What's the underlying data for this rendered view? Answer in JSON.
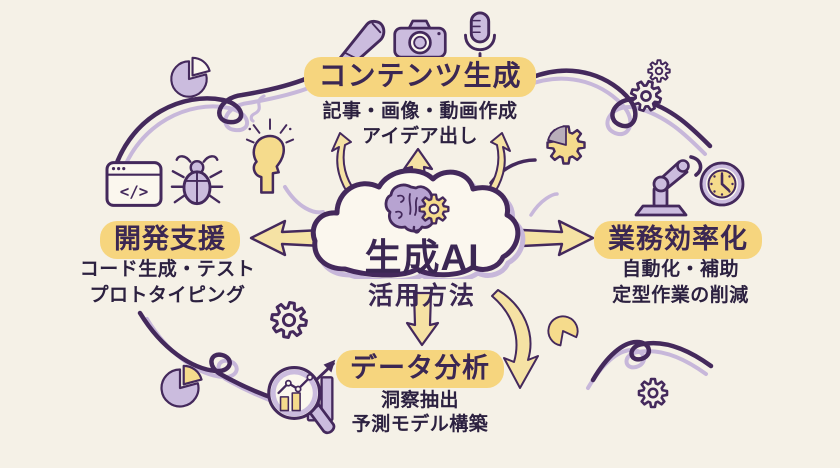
{
  "page": {
    "background": "#f5f1e7"
  },
  "colors": {
    "page_bg": "#f5f1e7",
    "outline": "#44295c",
    "heading": "#3b2753",
    "text_dark": "#2c2140",
    "lavender": "#cbbcde",
    "lavender_deep": "#b7a3d1",
    "highlight_yellow": "#f6d57e",
    "icon_yellow": "#f5db8c",
    "arrow_yellow": "#f5e2a4",
    "swirl_echo": "#c7b7da",
    "paper": "#fbf7ee",
    "slice_gray": "#b9aeba"
  },
  "center": {
    "title": "生成AI",
    "subtitle": "活用方法",
    "icon": "brain-gear-icon"
  },
  "branches": {
    "content": {
      "title": "コンテンツ生成",
      "lines": [
        "記事・画像・動画作成",
        "アイデア出し"
      ],
      "icons": [
        "pen-icon",
        "camera-icon",
        "microphone-icon"
      ]
    },
    "dev": {
      "title": "開発支援",
      "lines": [
        "コード生成・テスト",
        "プロトタイピング"
      ],
      "icons": [
        "code-window-icon",
        "bug-icon"
      ],
      "code_glyph": "</>"
    },
    "efficiency": {
      "title": "業務効率化",
      "lines": [
        "自動化・補助",
        "定型作業の削減"
      ],
      "icons": [
        "robot-arm-icon",
        "clock-icon"
      ]
    },
    "data": {
      "title": "データ分析",
      "lines": [
        "洞察抽出",
        "予測モデル構築"
      ],
      "icons": [
        "magnifier-chart-icon"
      ]
    }
  },
  "decorations": [
    "pie-chart-icon",
    "idea-head-icon",
    "gear-icon",
    "gear-pie-icon",
    "pie-chart-yellow-icon",
    "swirl-doodle",
    "arrow-left",
    "arrow-right",
    "arrow-up",
    "arrow-down",
    "curved-arrow"
  ]
}
